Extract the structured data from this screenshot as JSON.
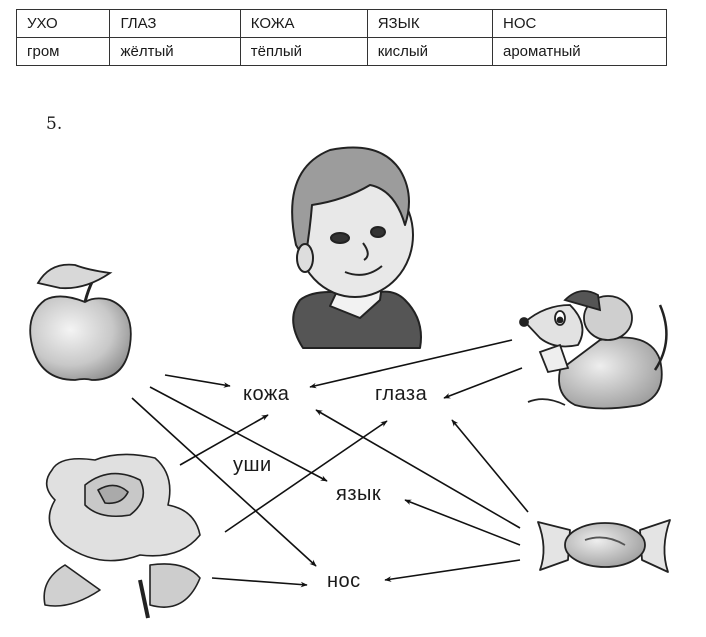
{
  "table": {
    "headers": [
      "УХО",
      "ГЛАЗ",
      "КОЖА",
      "ЯЗЫК",
      "НОС"
    ],
    "values": [
      "гром",
      "жёлтый",
      "тёплый",
      "кислый",
      "ароматный"
    ]
  },
  "task_number": "5.",
  "words": {
    "skin": "кожа",
    "eyes": "глаза",
    "ears": "уши",
    "tongue": "язык",
    "nose": "нос"
  },
  "pictures": [
    "boy",
    "apple",
    "mouse",
    "rose",
    "candy"
  ],
  "connections": [
    {
      "from": "apple",
      "to": "кожа"
    },
    {
      "from": "apple",
      "to": "язык"
    },
    {
      "from": "apple",
      "to": "нос"
    },
    {
      "from": "rose",
      "to": "кожа"
    },
    {
      "from": "rose",
      "to": "глаза"
    },
    {
      "from": "rose",
      "to": "нос"
    },
    {
      "from": "mouse",
      "to": "кожа"
    },
    {
      "from": "mouse",
      "to": "глаза"
    },
    {
      "from": "candy",
      "to": "кожа"
    },
    {
      "from": "candy",
      "to": "глаза"
    },
    {
      "from": "candy",
      "to": "язык"
    },
    {
      "from": "candy",
      "to": "нос"
    }
  ]
}
